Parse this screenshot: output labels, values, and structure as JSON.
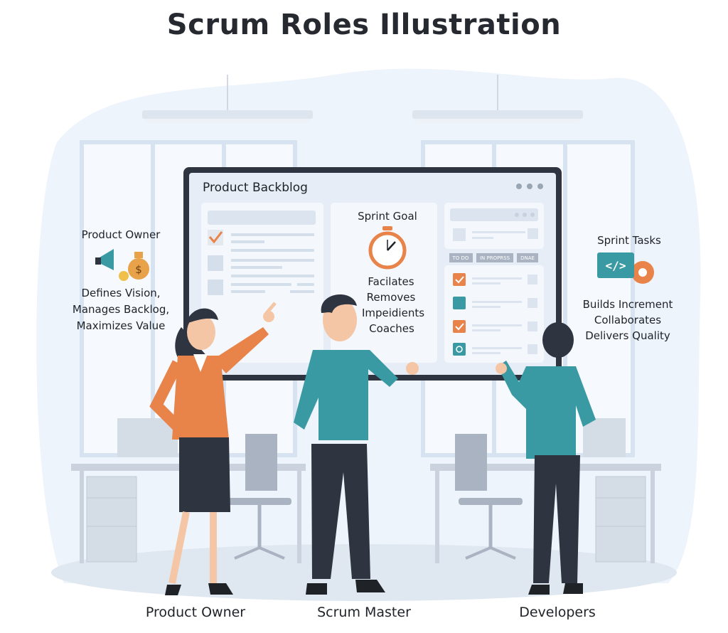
{
  "title": "Scrum Roles Illustration",
  "board": {
    "title": "Product Backblog",
    "sprint_goal": {
      "heading": "Sprint Goal",
      "lines": [
        "Facilates",
        "Removes",
        "Impeidients",
        "Coaches"
      ]
    },
    "columns": [
      "TO DO",
      "IN PROPRSS",
      "DNAE"
    ]
  },
  "product_owner_note": {
    "heading": "Product Owner",
    "lines": [
      "Defines Vision,",
      "Manages Backlog,",
      "Maximizes Value"
    ]
  },
  "sprint_tasks_note": {
    "heading": "Sprint Tasks",
    "code_icon": "</>",
    "lines": [
      "Builds Increment",
      "Collaborates",
      "Delivers Quality"
    ]
  },
  "roles": [
    "Product Owner",
    "Scrum Master",
    "Developers"
  ],
  "colors": {
    "accent": "#e8834a",
    "teal": "#3a9aa3",
    "dark": "#2e3440"
  }
}
